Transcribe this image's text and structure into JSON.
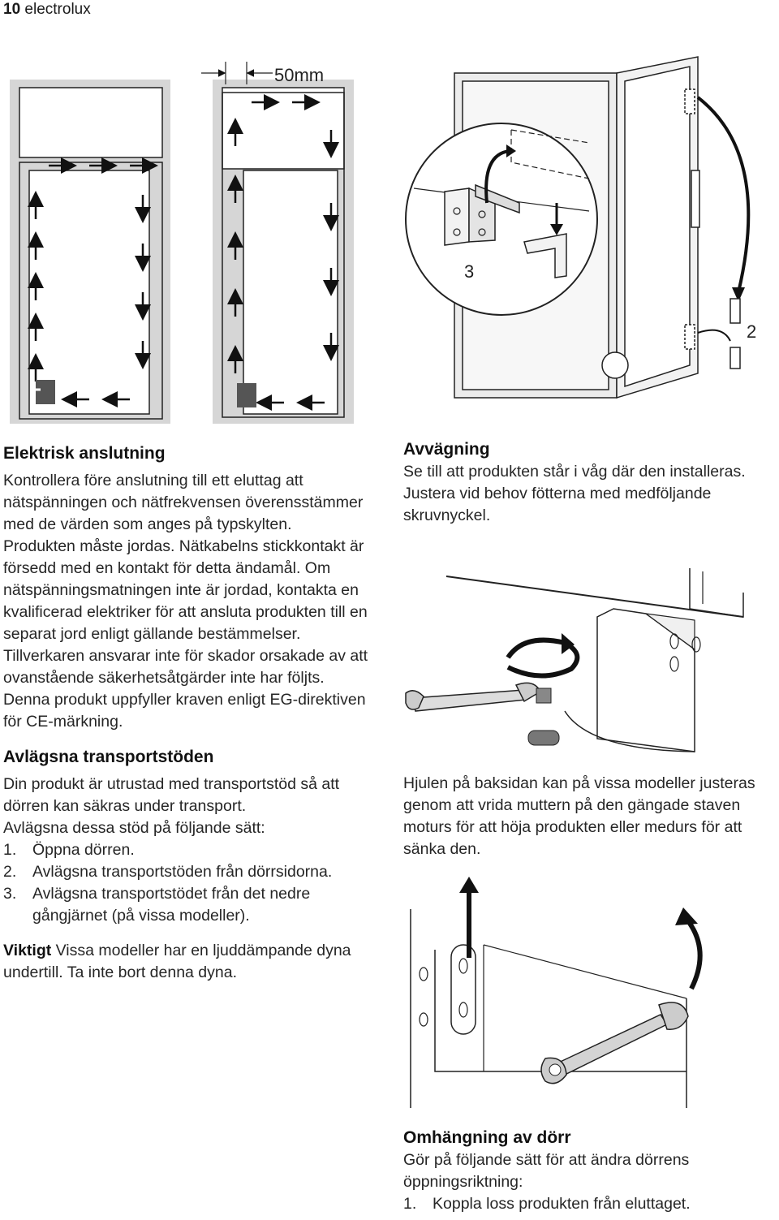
{
  "header": {
    "page_number": "10",
    "brand": "electrolux"
  },
  "figure1": {
    "dimension_label": "50mm",
    "callout_3": "3",
    "callout_2": "2"
  },
  "left": {
    "sections": [
      {
        "heading": "Elektrisk anslutning",
        "paragraphs": [
          "Kontrollera före anslutning till ett eluttag att nätspänningen och nätfrekvensen överensstämmer med de värden som anges på typskylten.",
          "Produkten måste jordas. Nätkabelns stickkontakt är försedd med en kontakt för detta ändamål. Om nätspänningsmatningen inte är jordad, kontakta en kvalificerad elektriker för att ansluta produkten till en separat jord enligt gällande bestämmelser.",
          "Tillverkaren ansvarar inte för skador orsakade av att ovanstående säkerhetsåtgärder inte har följts.",
          "Denna produkt uppfyller kraven enligt EG-direktiven för CE-märkning."
        ]
      },
      {
        "heading": "Avlägsna transportstöden",
        "paragraphs": [
          "Din produkt är utrustad med transportstöd så att dörren kan säkras under transport.",
          "Avlägsna dessa stöd på följande sätt:"
        ],
        "steps": [
          {
            "num": "1.",
            "text": "Öppna dörren."
          },
          {
            "num": "2.",
            "text": "Avlägsna transportstöden från dörrsidorna."
          },
          {
            "num": "3.",
            "text": "Avlägsna transportstödet från det nedre gångjärnet (på vissa modeller)."
          }
        ]
      }
    ],
    "important_label": "Viktigt",
    "important_text": " Vissa modeller har en ljuddämpande dyna undertill. Ta inte bort denna dyna."
  },
  "right": {
    "leveling_heading": "Avvägning",
    "leveling_text": "Se till att produkten står i våg där den installeras. Justera vid behov fötterna med medföljande skruvnyckel.",
    "wheels_text": "Hjulen på baksidan kan på vissa modeller justeras genom att vrida muttern på den gängade staven moturs för att höja produkten eller medurs för att sänka den.",
    "door_heading": "Omhängning av dörr",
    "door_text": "Gör på följande sätt för att ändra dörrens öppningsriktning:",
    "door_steps": [
      {
        "num": "1.",
        "text": "Koppla loss produkten från eluttaget."
      }
    ]
  }
}
